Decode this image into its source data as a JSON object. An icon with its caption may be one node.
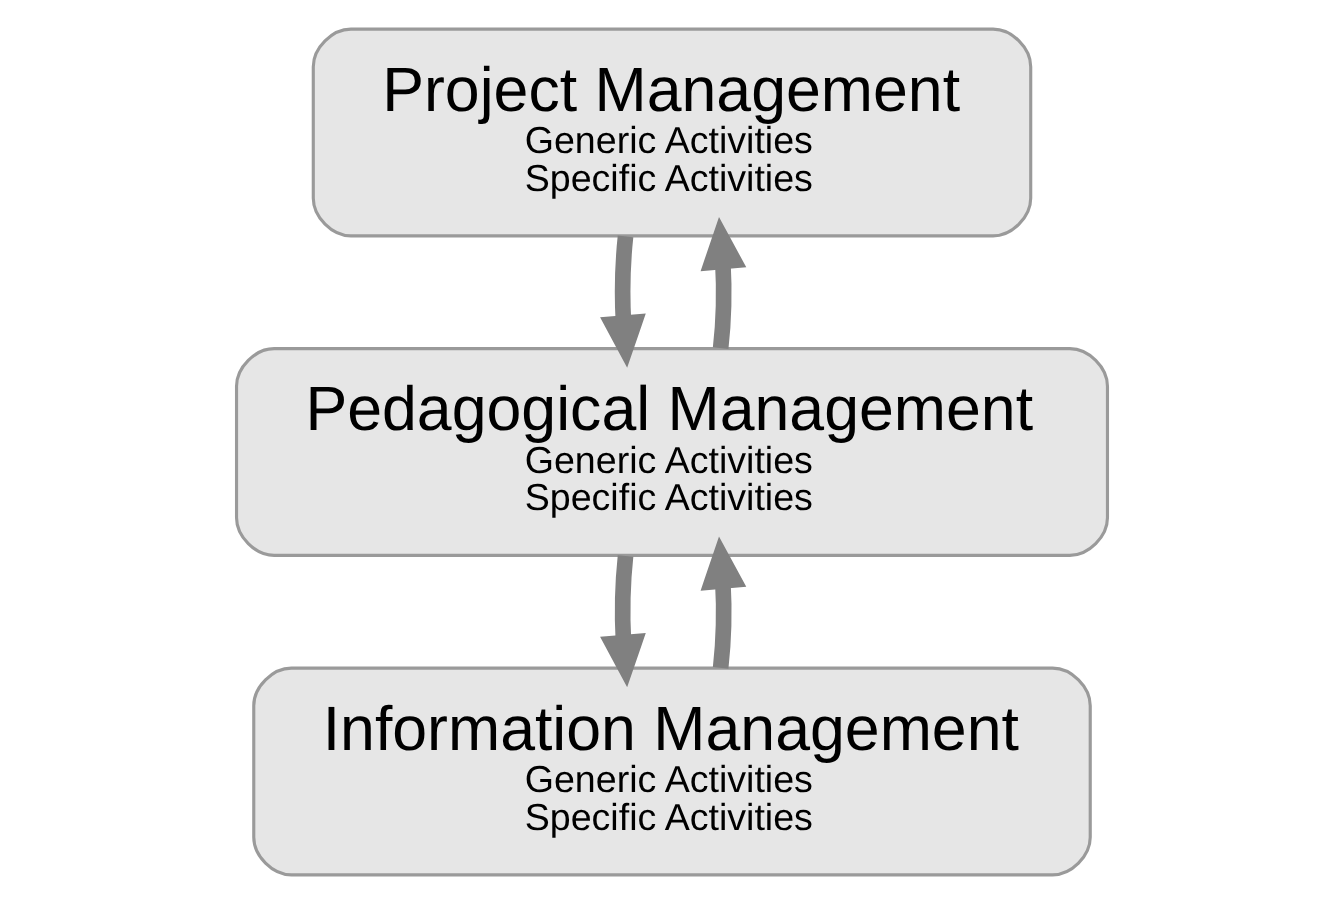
{
  "diagram": {
    "nodes": [
      {
        "text": [
          "Project Management",
          "Generic Activities",
          "Specific Activities"
        ]
      },
      {
        "text": [
          "Pedagogical Management",
          "Generic Activities",
          "Specific Activities"
        ]
      },
      {
        "text": [
          "Information Management",
          "Generic Activities",
          "Specific Activities"
        ]
      }
    ],
    "edges": [
      {
        "from": 0,
        "to": 1,
        "arrow": "to"
      },
      {
        "from": 1,
        "to": 0,
        "arrow": "to"
      },
      {
        "from": 1,
        "to": 2,
        "arrow": "to"
      },
      {
        "from": 2,
        "to": 1,
        "arrow": "to"
      }
    ]
  }
}
